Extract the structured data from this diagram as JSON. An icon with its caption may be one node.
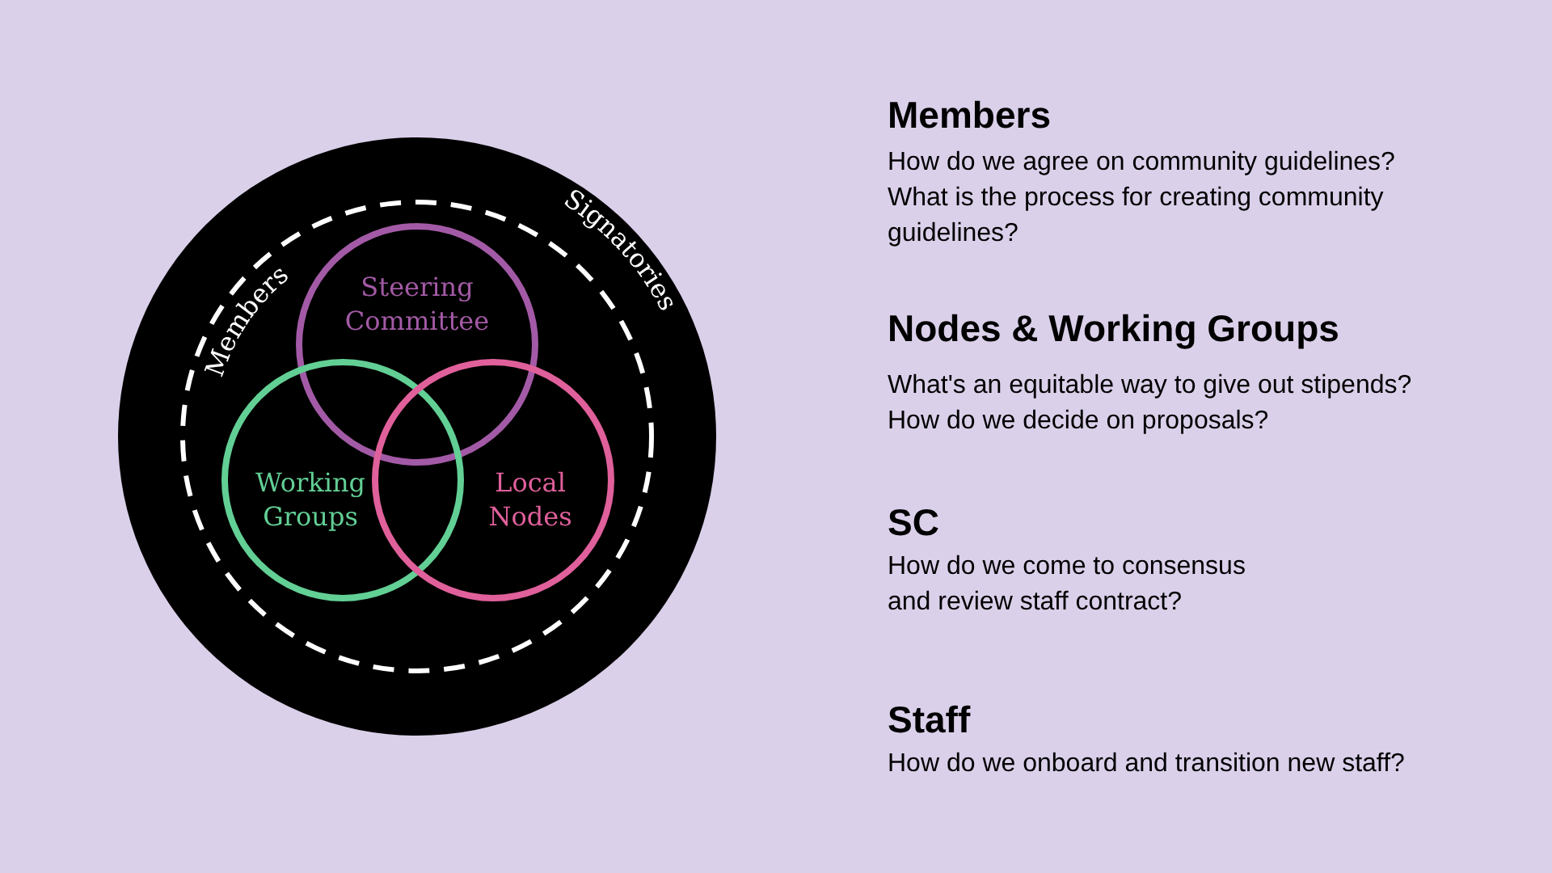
{
  "diagram": {
    "nodes": [
      {
        "text": [],
        "shape": "circle"
      },
      {
        "text": [
          "Members",
          "Signatories"
        ],
        "in": 0
      },
      {
        "text": [
          "Steering Committee"
        ],
        "in": 1
      },
      {
        "text": [
          "Working Groups"
        ],
        "in": 1
      },
      {
        "text": [
          "Local Nodes"
        ],
        "in": 1
      }
    ],
    "edges": [],
    "labels": [
      "Members",
      "How do we agree on community guidelines? What is the process for creating community guidelines?",
      "Nodes & Working Groups",
      "What's an equitable way to give out stipends? How do we decide on proposals?",
      "SC",
      "How do we come to consensus and review staff contract?",
      "Staff",
      "How do we onboard and transition new staff?"
    ]
  }
}
